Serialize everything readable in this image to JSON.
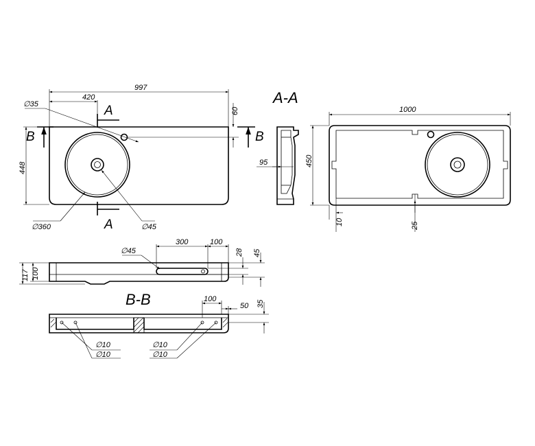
{
  "labels": {
    "section_aa": "A-A",
    "section_bb": "B-B",
    "cut_a": "A",
    "cut_b": "B"
  },
  "top_view": {
    "overall_width": "997",
    "basin_offset": "420",
    "tap_hole": "∅35",
    "back_edge": "60",
    "depth": "448",
    "bowl_diameter": "∅360",
    "drain_diameter": "∅45"
  },
  "section_aa_view": {
    "bowl_depth": "95"
  },
  "bottom_view": {
    "width": "1000",
    "depth": "450",
    "side_gap": "10",
    "notch": "25"
  },
  "front_view": {
    "slot_diameter": "∅45",
    "slot_length": "300",
    "slot_end": "100",
    "slot_height": "28",
    "slot_top": "45",
    "total_height": "117",
    "body_height": "100"
  },
  "section_bb_view": {
    "end_width": "100",
    "end_offset": "50",
    "thickness": "35",
    "hole_1": "∅10",
    "hole_2": "∅10",
    "hole_3": "∅10",
    "hole_4": "∅10"
  }
}
